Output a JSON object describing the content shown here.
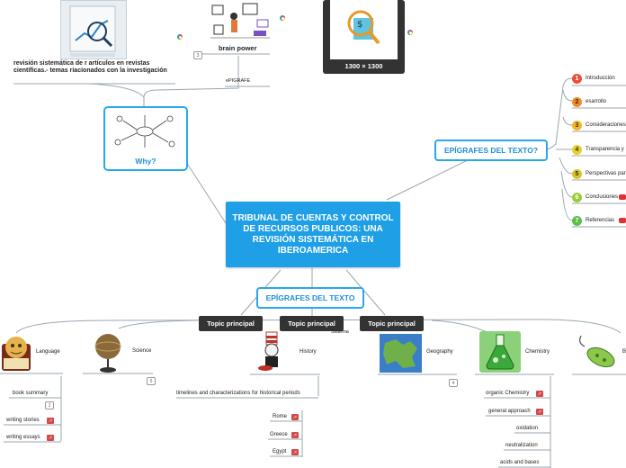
{
  "central": {
    "title": "TRIBUNAL DE CUENTAS Y CONTROL DE RECURSOS PUBLICOS: UNA REVISIÓN SISTEMÁTICA EN IBEROAMERICA"
  },
  "top": {
    "left_text": "revisión sistemática de r artículos en revistas científicas.- temas riacionados con la investigación",
    "brain_power": "brain power",
    "brain_count": "3",
    "epigrafe_small": "ePIGRAFE",
    "img_size": "1300 × 1300"
  },
  "why": {
    "label": "Why?"
  },
  "right": {
    "main": "EPÍGRAFES DEL TEXTO?",
    "items": [
      {
        "n": "1",
        "label": "Introducción",
        "color": "#e8503a",
        "yt": false
      },
      {
        "n": "2",
        "label": "esarrollo",
        "color": "#f08a2a",
        "yt": false
      },
      {
        "n": "3",
        "label": "Consideraciones",
        "color": "#f3b62a",
        "yt": false
      },
      {
        "n": "4",
        "label": "Transparencia y",
        "color": "#e9cf2a",
        "yt": false
      },
      {
        "n": "5",
        "label": "Perspectivas par",
        "color": "#d8c42a",
        "yt": false
      },
      {
        "n": "6",
        "label": "Conclusiones",
        "color": "#9ccc3a",
        "yt": true
      },
      {
        "n": "7",
        "label": "Referencias",
        "color": "#5cbf4a",
        "yt": true
      }
    ]
  },
  "bottom": {
    "epigrafes": "EPÍGRAFES DEL TEXTO",
    "topics": [
      "Topic principal",
      "Topic principal",
      "Topic principal"
    ],
    "sistema": "Sistema",
    "subjects": {
      "language": "Language",
      "science": "Science",
      "science_count": "5",
      "history": "History",
      "geography": "Geography",
      "geography_count": "4",
      "chemistry": "Chemistry",
      "last": "B"
    },
    "language_items": [
      "book summary",
      "writing stories",
      "writing essays"
    ],
    "language_count": "2",
    "history_items": [
      "timelines and characterizations for historical periods",
      "Rome",
      "Greece",
      "Egypt"
    ],
    "chemistry_items": [
      "organic Chemistry",
      "general approach",
      "oxidation",
      "neutralization",
      "acids and bases"
    ]
  }
}
